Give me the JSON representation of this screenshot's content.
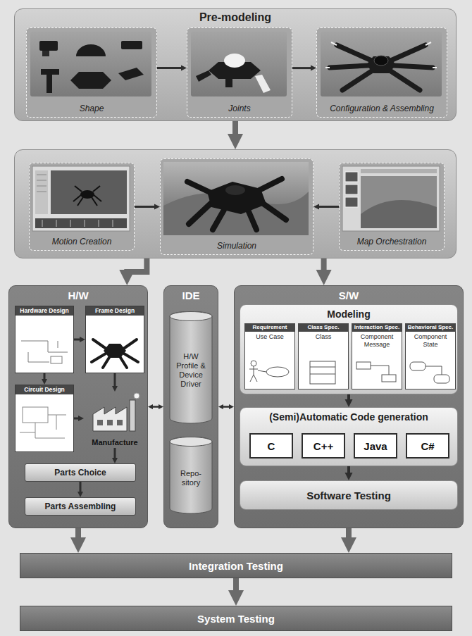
{
  "diagram": {
    "nodes": [
      {
        "text": [
          "Pre-modeling"
        ]
      },
      {
        "text": [
          "Shape"
        ],
        "in": 0
      },
      {
        "text": [
          "Joints"
        ],
        "in": 0
      },
      {
        "text": [
          "Configuration & Assembling"
        ],
        "in": 0
      },
      {
        "text": []
      },
      {
        "text": [
          "Motion Creation"
        ],
        "in": 4
      },
      {
        "text": [
          "Simulation"
        ],
        "in": 4
      },
      {
        "text": [
          "Map Orchestration"
        ],
        "in": 4
      },
      {
        "text": [
          "H/W"
        ]
      },
      {
        "text": [
          "Hardware Design"
        ],
        "in": 8
      },
      {
        "text": [
          "Frame Design"
        ],
        "in": 8
      },
      {
        "text": [
          "Circuit Design"
        ],
        "in": 8
      },
      {
        "text": [
          "Manufacture"
        ],
        "in": 8
      },
      {
        "text": [
          "Parts Choice"
        ],
        "in": 8
      },
      {
        "text": [
          "Parts Assembling"
        ],
        "in": 8
      },
      {
        "text": [
          "IDE"
        ]
      },
      {
        "text": [
          "H/W Profile & Device Driver"
        ],
        "in": 15
      },
      {
        "text": [
          "Repo-sitory"
        ],
        "in": 15
      },
      {
        "text": [
          "S/W"
        ]
      },
      {
        "text": [
          "Modeling"
        ],
        "in": 18
      },
      {
        "text": [
          "Requirement",
          "Use Case"
        ],
        "in": 19
      },
      {
        "text": [
          "Class Spec.",
          "Class"
        ],
        "in": 19
      },
      {
        "text": [
          "Interaction Spec.",
          "Component Message"
        ],
        "in": 19
      },
      {
        "text": [
          "Behavioral Spec.",
          "Component State"
        ],
        "in": 19
      },
      {
        "text": [
          "(Semi)Automatic Code generation"
        ],
        "in": 18
      },
      {
        "text": [
          "C"
        ],
        "in": 24
      },
      {
        "text": [
          "C++"
        ],
        "in": 24
      },
      {
        "text": [
          "Java"
        ],
        "in": 24
      },
      {
        "text": [
          "C#"
        ],
        "in": 24
      },
      {
        "text": [
          "Software Testing"
        ],
        "in": 18
      },
      {
        "text": [
          "Integration Testing"
        ]
      },
      {
        "text": [
          "System Testing"
        ]
      }
    ],
    "edges": [
      {
        "from": 1,
        "to": 2,
        "arrow": "to"
      },
      {
        "from": 2,
        "to": 3,
        "arrow": "to"
      },
      {
        "from": 0,
        "to": 4,
        "arrow": "to"
      },
      {
        "from": 5,
        "to": 6,
        "arrow": "to"
      },
      {
        "from": 7,
        "to": 6,
        "arrow": "to"
      },
      {
        "from": 4,
        "to": 8,
        "arrow": "to"
      },
      {
        "from": 4,
        "to": 18,
        "arrow": "to"
      },
      {
        "from": 9,
        "to": 10,
        "arrow": "to"
      },
      {
        "from": 9,
        "to": 11,
        "arrow": "to"
      },
      {
        "from": 10,
        "to": 12,
        "arrow": "to"
      },
      {
        "from": 11,
        "to": 12,
        "arrow": "to"
      },
      {
        "from": 12,
        "to": 13,
        "arrow": "to"
      },
      {
        "from": 13,
        "to": 14,
        "arrow": "to"
      },
      {
        "from": 8,
        "to": 15,
        "arrow": "both"
      },
      {
        "from": 15,
        "to": 18,
        "arrow": "both"
      },
      {
        "from": 19,
        "to": 24,
        "arrow": "to"
      },
      {
        "from": 24,
        "to": 29,
        "arrow": "to"
      },
      {
        "from": 8,
        "to": 30,
        "arrow": "to"
      },
      {
        "from": 18,
        "to": 30,
        "arrow": "to"
      },
      {
        "from": 30,
        "to": 31,
        "arrow": "to"
      }
    ]
  }
}
